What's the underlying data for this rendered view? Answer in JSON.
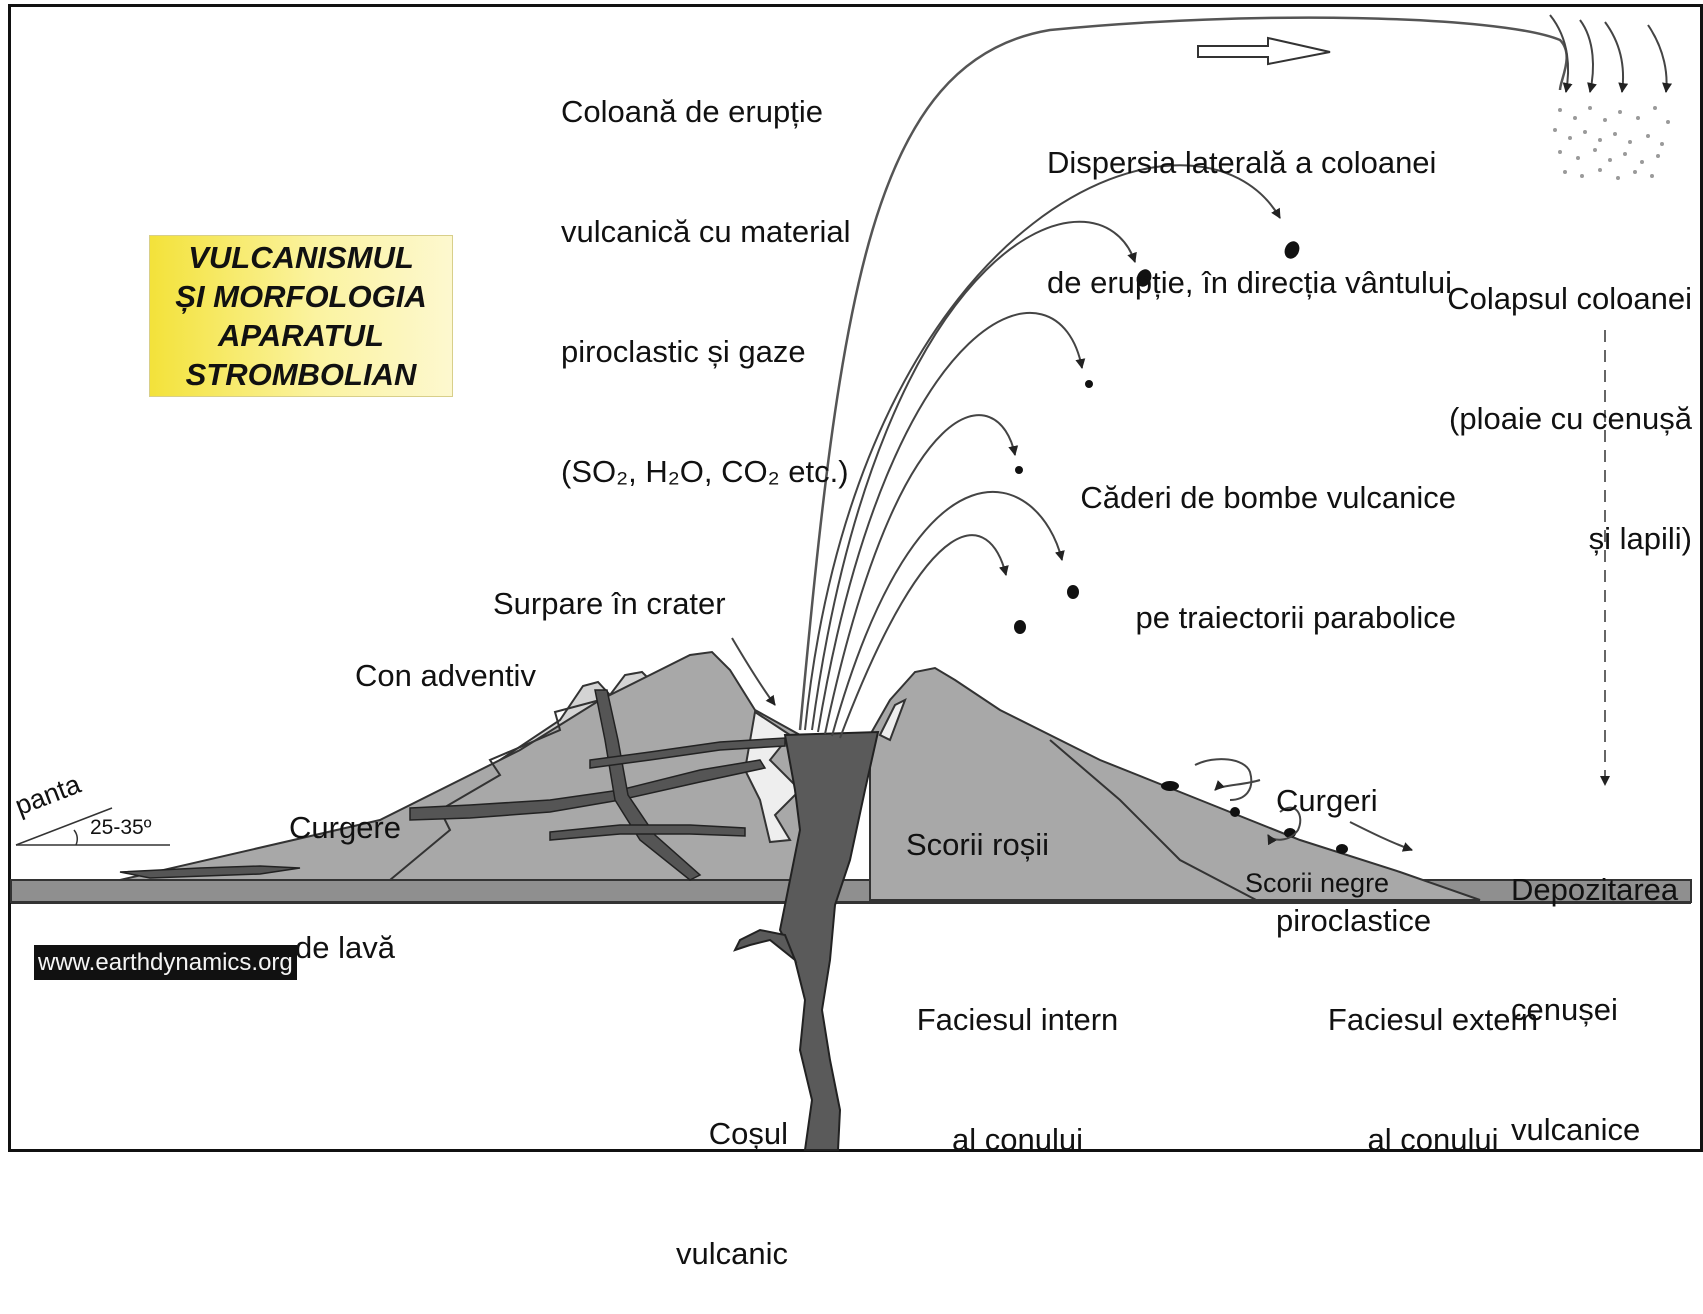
{
  "title": {
    "lines": [
      "VULCANISMUL",
      "ȘI MORFOLOGIA",
      "APARATUL",
      "STROMBOLIAN"
    ]
  },
  "labels": {
    "eruption_column": [
      "Coloană de erupție",
      "vulcanică cu material",
      "piroclastic și gaze",
      "(SO₂, H₂O, CO₂ etc.)"
    ],
    "lateral_dispersion": [
      "Dispersia laterală a coloanei",
      "de erupție, în direcția vântului"
    ],
    "column_collapse": [
      "Colapsul coloanei",
      "(ploaie cu cenușă",
      "și lapili)"
    ],
    "bomb_falls": [
      "Căderi de bombe vulcanice",
      "pe traiectorii parabolice"
    ],
    "crater_collapse": "Surpare în crater",
    "adventive_cone": "Con adventiv",
    "lava_flow": [
      "Curgere",
      "de lavă"
    ],
    "slope_word": "panta",
    "slope_angle": "25-35º",
    "pyroclastic_flows": [
      "Curgeri",
      "piroclastice"
    ],
    "ash_deposition": [
      "Depozitarea",
      "cenușei",
      "vulcanice"
    ],
    "red_scoria": "Scorii roșii",
    "black_scoria": "Scorii negre",
    "internal_facies": [
      "Faciesul intern",
      "al conului"
    ],
    "external_facies": [
      "Faciesul extern",
      "al conului"
    ],
    "volcanic_conduit": [
      "Coșul",
      "vulcanic"
    ]
  },
  "watermark": "www.earthdynamics.org",
  "colors": {
    "cone_gray": "#a8a8a8",
    "adventive_cone": "#d4d4d4",
    "conduit": "#5a5a5a",
    "lava": "#555555",
    "ground": "#8f8f8f",
    "title_box": "#f3e23a"
  }
}
